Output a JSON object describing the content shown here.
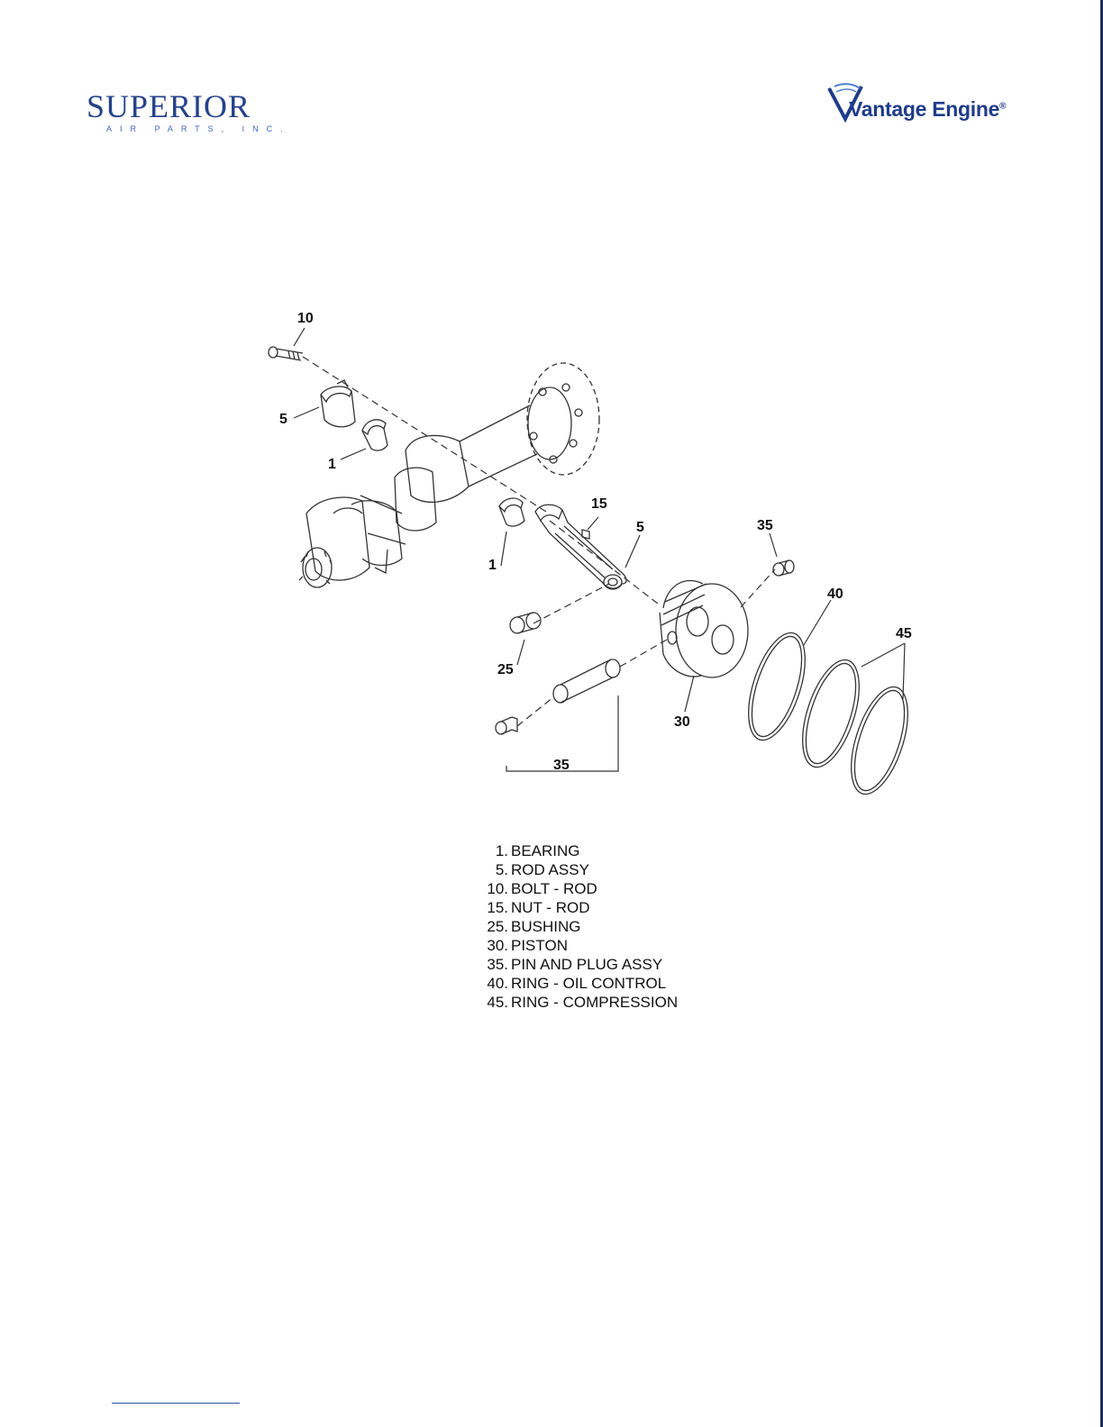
{
  "header": {
    "left_logo": {
      "wordmark": "SUPERIOR",
      "subtitle": "AIR PARTS, INC."
    },
    "right_logo": {
      "wordmark": "Vantage Engine",
      "mark": "®"
    }
  },
  "diagram": {
    "callouts": [
      {
        "id": "c10",
        "label": "10"
      },
      {
        "id": "c5a",
        "label": "5"
      },
      {
        "id": "c1a",
        "label": "1"
      },
      {
        "id": "c15",
        "label": "15"
      },
      {
        "id": "c5b",
        "label": "5"
      },
      {
        "id": "c1b",
        "label": "1"
      },
      {
        "id": "c35a",
        "label": "35"
      },
      {
        "id": "c40",
        "label": "40"
      },
      {
        "id": "c45",
        "label": "45"
      },
      {
        "id": "c25",
        "label": "25"
      },
      {
        "id": "c30",
        "label": "30"
      },
      {
        "id": "c35b",
        "label": "35"
      }
    ]
  },
  "legend": [
    {
      "num": "1.",
      "name": "BEARING"
    },
    {
      "num": "5.",
      "name": "ROD ASSY"
    },
    {
      "num": "10.",
      "name": "BOLT - ROD"
    },
    {
      "num": "15.",
      "name": "NUT - ROD"
    },
    {
      "num": "25.",
      "name": "BUSHING"
    },
    {
      "num": "30.",
      "name": "PISTON"
    },
    {
      "num": "35.",
      "name": "PIN AND PLUG ASSY"
    },
    {
      "num": "40.",
      "name": "RING - OIL CONTROL"
    },
    {
      "num": "45.",
      "name": "RING - COMPRESSION"
    }
  ]
}
